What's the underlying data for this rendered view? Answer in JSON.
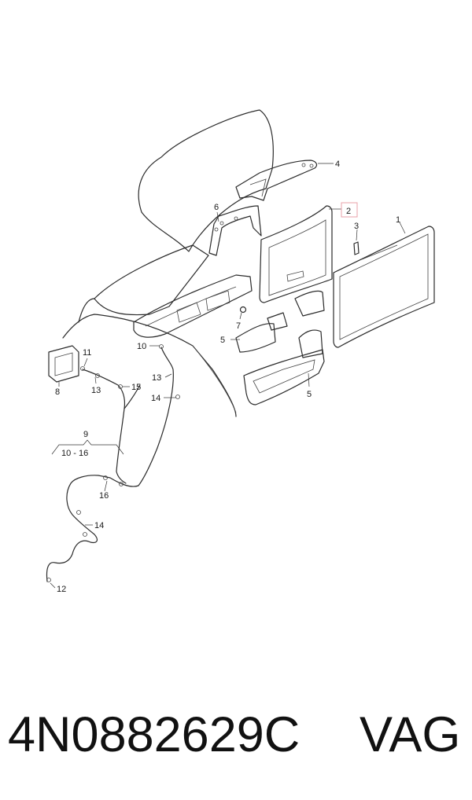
{
  "diagram": {
    "callouts": [
      {
        "id": "c1",
        "text": "1"
      },
      {
        "id": "c2",
        "text": "2"
      },
      {
        "id": "c3",
        "text": "3"
      },
      {
        "id": "c4",
        "text": "4"
      },
      {
        "id": "c5a",
        "text": "5"
      },
      {
        "id": "c5b",
        "text": "5"
      },
      {
        "id": "c6",
        "text": "6"
      },
      {
        "id": "c7",
        "text": "7"
      },
      {
        "id": "c8",
        "text": "8"
      },
      {
        "id": "c9",
        "text": "9"
      },
      {
        "id": "c9range",
        "text": "10 - 16"
      },
      {
        "id": "c10",
        "text": "10"
      },
      {
        "id": "c11",
        "text": "11"
      },
      {
        "id": "c12",
        "text": "12"
      },
      {
        "id": "c13a",
        "text": "13"
      },
      {
        "id": "c13b",
        "text": "13"
      },
      {
        "id": "c14a",
        "text": "14"
      },
      {
        "id": "c14b",
        "text": "14"
      },
      {
        "id": "c15",
        "text": "15"
      },
      {
        "id": "c16",
        "text": "16"
      }
    ],
    "highlight_color": "#e8a0a8"
  },
  "caption": {
    "part_number": "4N0882629C",
    "brand": "VAG"
  }
}
